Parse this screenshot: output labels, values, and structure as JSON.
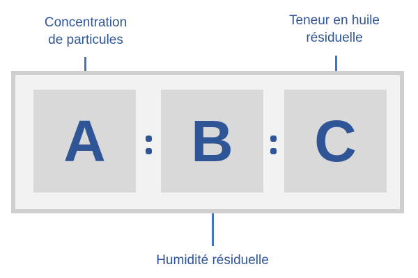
{
  "labels": {
    "a": "Concentration\nde particules",
    "a_line1": "Concentration",
    "a_line2": "de particules",
    "b": "Humidité résiduelle",
    "c_line1": "Teneur en huile",
    "c_line2": "résiduelle"
  },
  "cells": [
    "A",
    "B",
    "C"
  ],
  "separator": ":",
  "colors": {
    "text": "#2f5597",
    "connector": "#4472c4",
    "outer_fill": "#f2f2f2",
    "outer_border": "#d0cece",
    "cell_fill": "#d9d9d9"
  }
}
